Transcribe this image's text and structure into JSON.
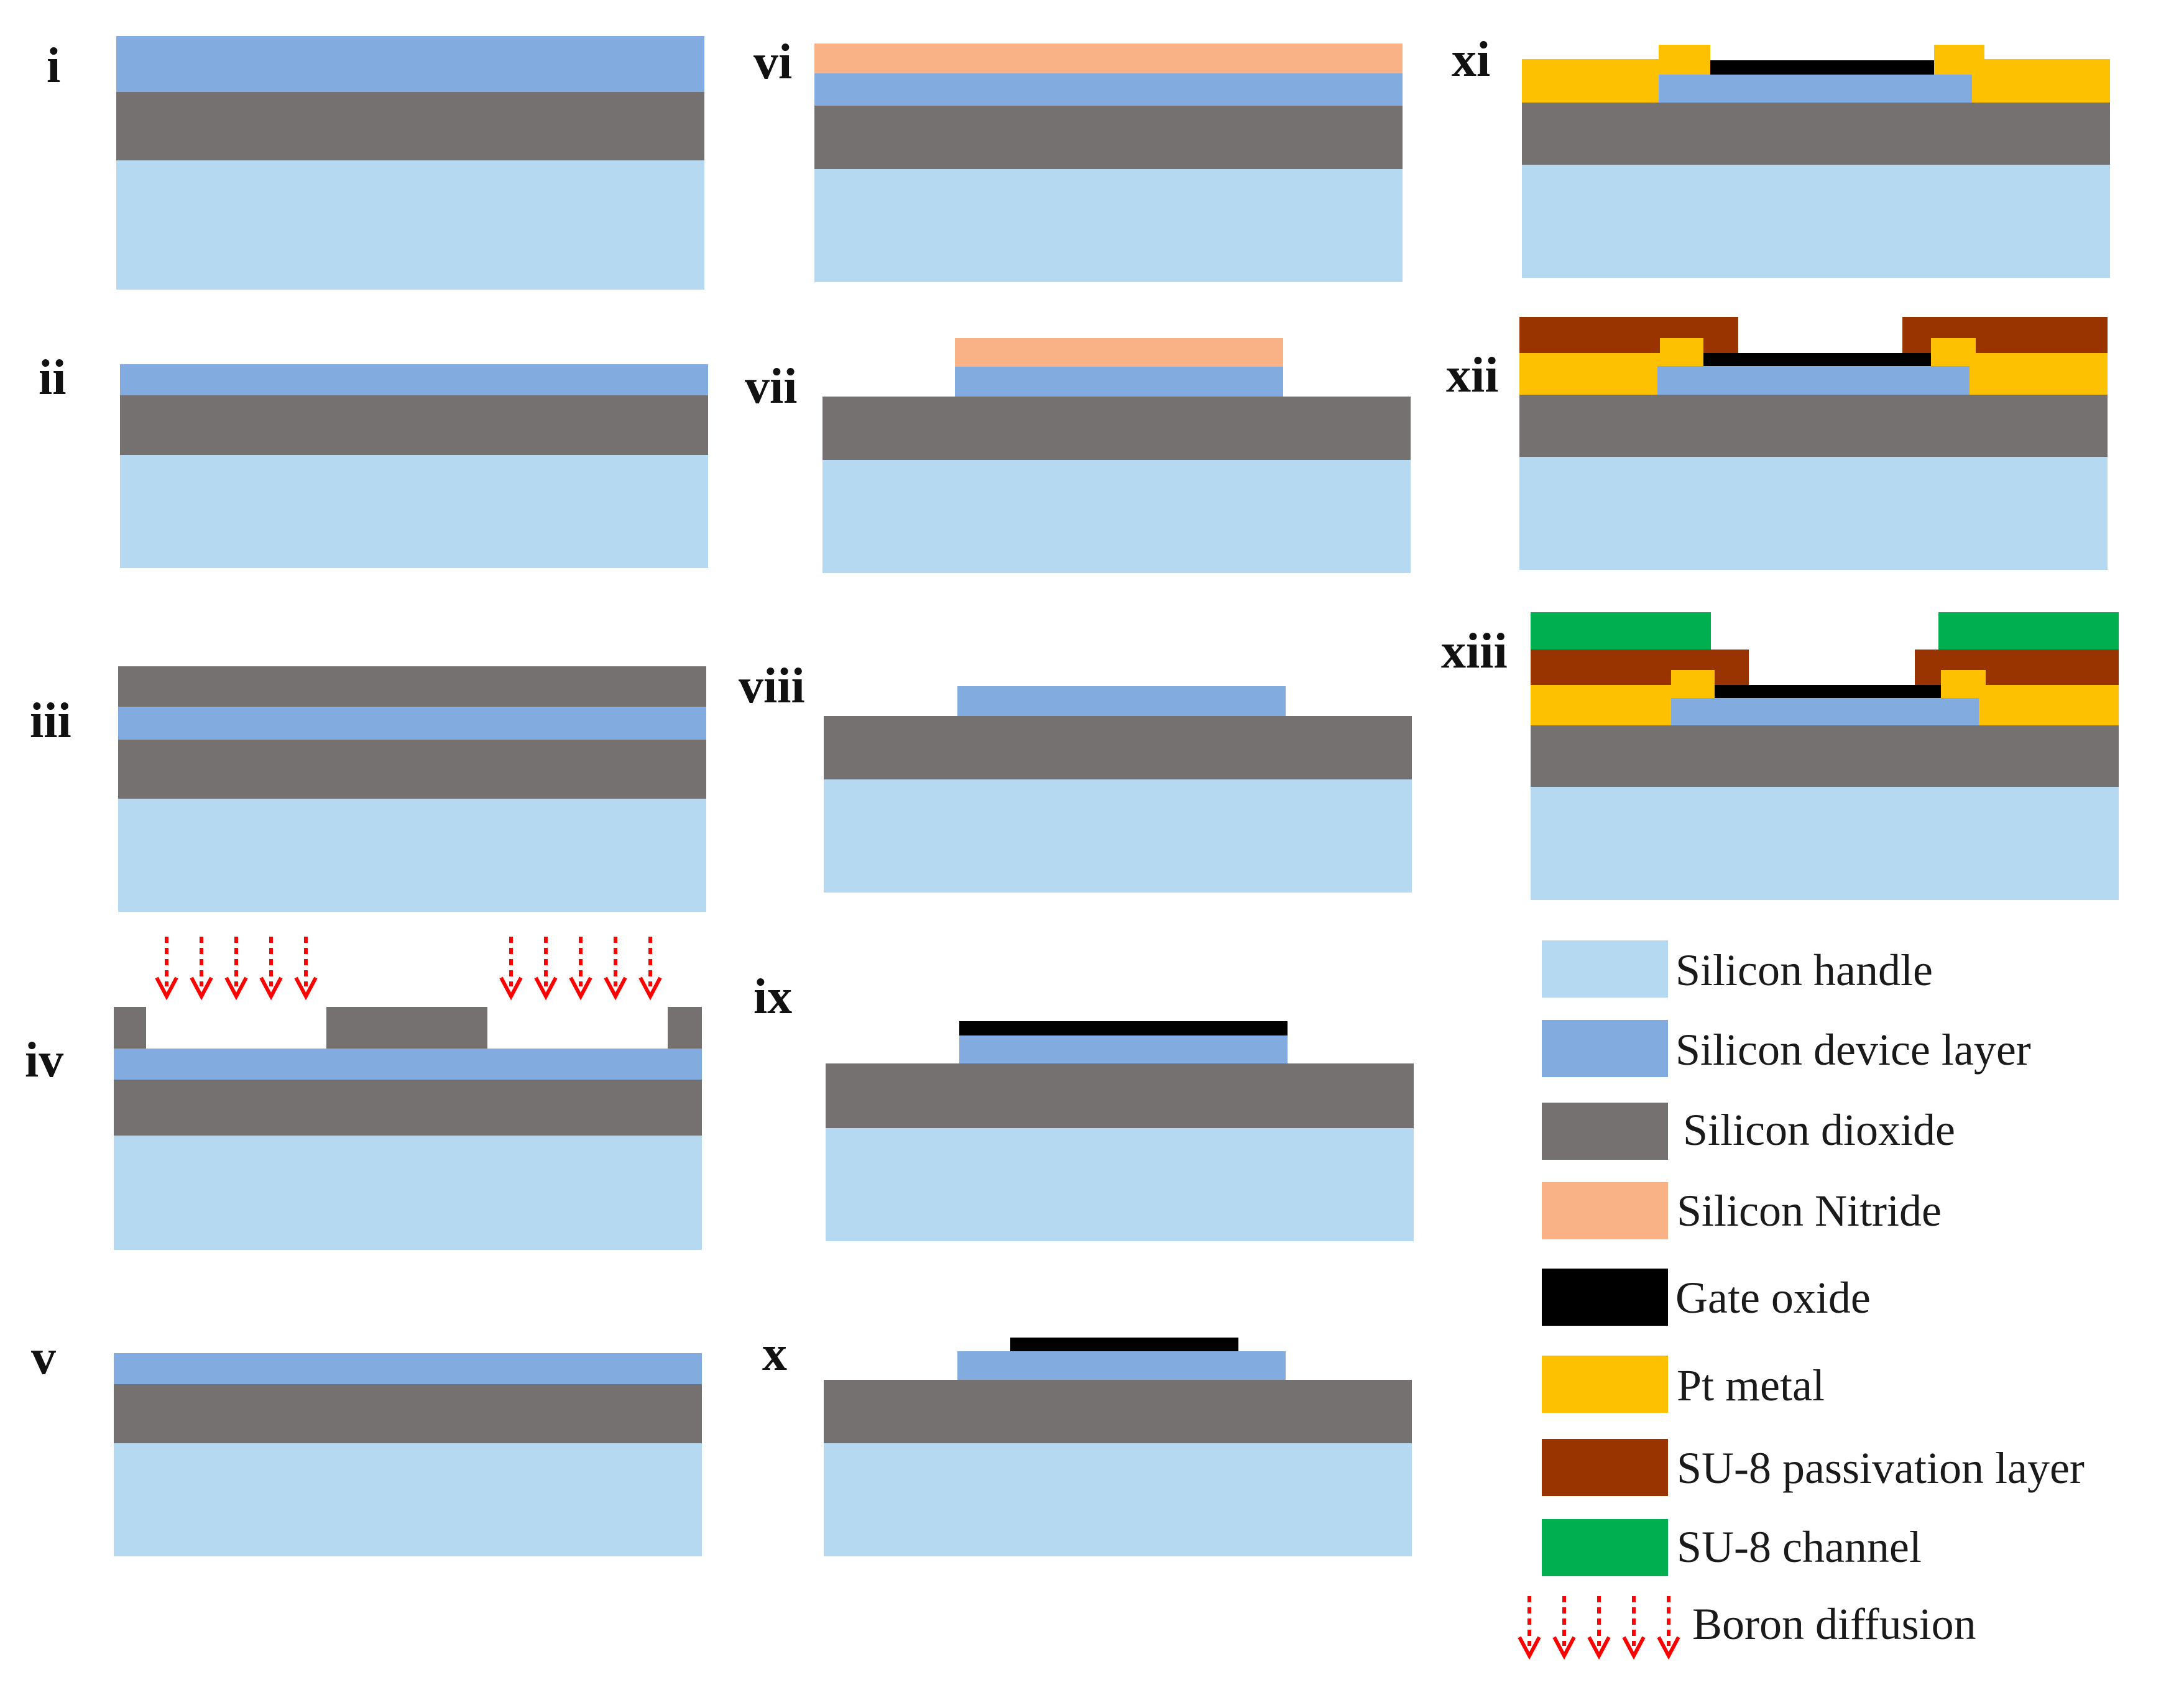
{
  "colors": {
    "silicon_handle": "#b4d9f0",
    "silicon_device_layer": "#82abe0",
    "silicon_dioxide": "#767171",
    "silicon_nitride": "#f9b186",
    "gate_oxide": "#000000",
    "pt_metal": "#fdc101",
    "su8_passivation": "#993300",
    "su8_channel": "#00b050",
    "boron_arrow": "#ff0000"
  },
  "steps": [
    {
      "id": "i",
      "label": "i"
    },
    {
      "id": "ii",
      "label": "ii"
    },
    {
      "id": "iii",
      "label": "iii"
    },
    {
      "id": "iv",
      "label": "iv"
    },
    {
      "id": "v",
      "label": "v"
    },
    {
      "id": "vi",
      "label": "vi"
    },
    {
      "id": "vii",
      "label": "vii"
    },
    {
      "id": "viii",
      "label": "viii"
    },
    {
      "id": "ix",
      "label": "ix"
    },
    {
      "id": "x",
      "label": "x"
    },
    {
      "id": "xi",
      "label": "xi"
    },
    {
      "id": "xii",
      "label": "xii"
    },
    {
      "id": "xiii",
      "label": "xiii"
    }
  ],
  "legend": [
    {
      "key": "silicon_handle",
      "label": "Silicon handle"
    },
    {
      "key": "silicon_device_layer",
      "label": "Silicon device layer"
    },
    {
      "key": "silicon_dioxide",
      "label": "Silicon dioxide"
    },
    {
      "key": "silicon_nitride",
      "label": "Silicon Nitride"
    },
    {
      "key": "gate_oxide",
      "label": "Gate oxide"
    },
    {
      "key": "pt_metal",
      "label": "Pt metal"
    },
    {
      "key": "su8_passivation",
      "label": "SU-8 passivation layer"
    },
    {
      "key": "su8_channel",
      "label": "SU-8 channel"
    },
    {
      "key": "boron_diffusion",
      "label": "Boron diffusion",
      "icon": "boron-diffusion-arrows-icon"
    }
  ]
}
